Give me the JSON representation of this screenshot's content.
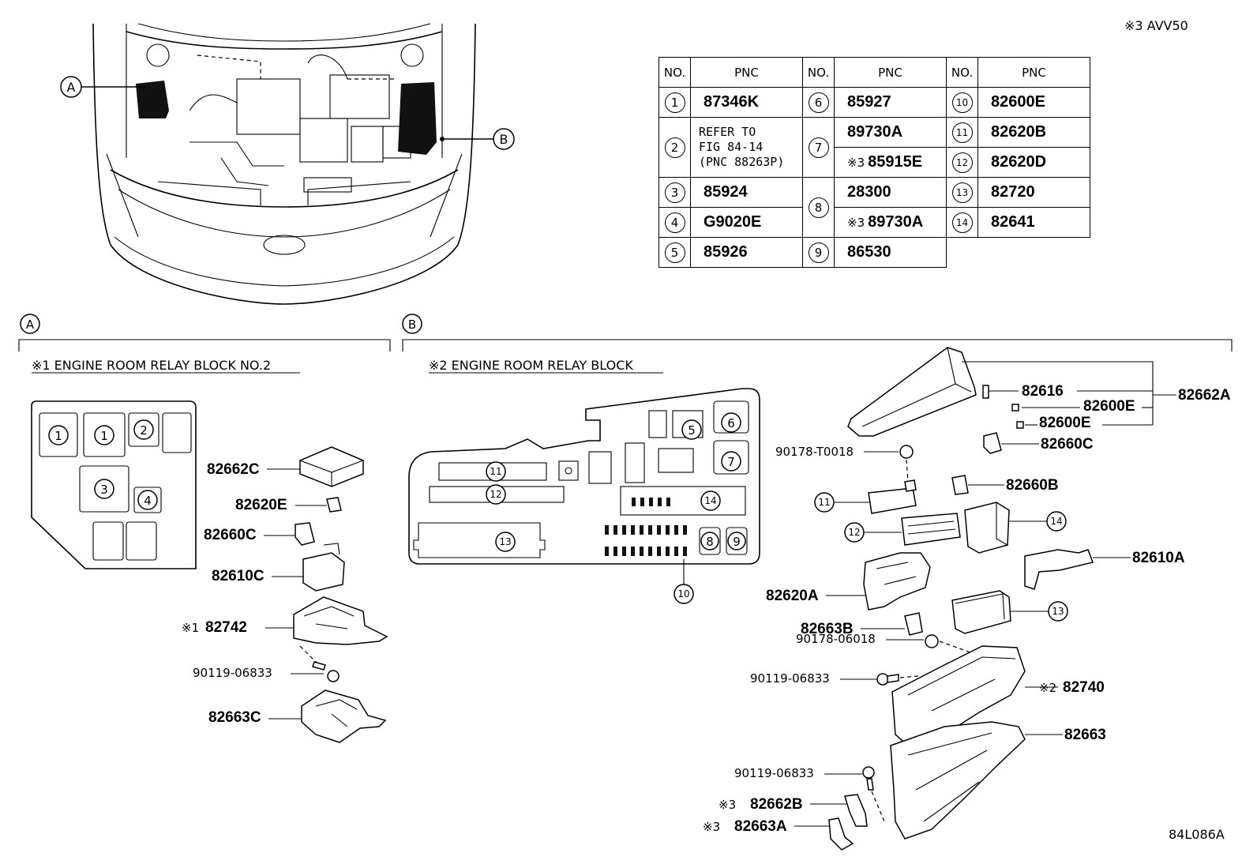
{
  "header_note": "※3 AVV50",
  "diagram_code": "84L086A",
  "callouts": {
    "a": "A",
    "b": "B"
  },
  "table": {
    "headers": [
      "NO.",
      "PNC",
      "NO.",
      "PNC",
      "NO.",
      "PNC"
    ],
    "col1": [
      {
        "no": "1",
        "pnc": "87346K"
      },
      {
        "no": "2",
        "pnc_lines": [
          "REFER TO",
          "FIG 84-14",
          "(PNC 88263P)"
        ]
      },
      {
        "no": "3",
        "pnc": "85924"
      },
      {
        "no": "4",
        "pnc": "G9020E"
      },
      {
        "no": "5",
        "pnc": "85926"
      }
    ],
    "col2": [
      {
        "no": "6",
        "pnc": "85927"
      },
      {
        "no": "7",
        "pnc": "89730A",
        "pnc_b": "85915E",
        "note_b": "※3"
      },
      {
        "no": "8",
        "pnc": "28300",
        "pnc_b": "89730A",
        "note_b": "※3"
      },
      {
        "no": "9",
        "pnc": "86530"
      }
    ],
    "col3": [
      {
        "no": "10",
        "pnc": "82600E"
      },
      {
        "no": "11",
        "pnc": "82620B"
      },
      {
        "no": "12",
        "pnc": "82620D"
      },
      {
        "no": "13",
        "pnc": "82720"
      },
      {
        "no": "14",
        "pnc": "82641"
      }
    ]
  },
  "section_a": {
    "title": "※1 ENGINE ROOM RELAY BLOCK NO.2",
    "layout_slots": [
      "1",
      "1",
      "2",
      "3",
      "4"
    ],
    "parts": [
      "82662C",
      "82620E",
      "82660C",
      "82610C",
      "82742",
      "90119-06833",
      "82663C"
    ],
    "note_82742": "※1"
  },
  "section_b": {
    "title": "※2 ENGINE ROOM RELAY BLOCK",
    "layout_slots": [
      "5",
      "6",
      "7",
      "11",
      "12",
      "13",
      "14",
      "8",
      "9",
      "10"
    ],
    "parts": {
      "p82616": "82616",
      "p82600E_1": "82600E",
      "p82600E_2": "82600E",
      "p82662A": "82662A",
      "p82660C": "82660C",
      "p82660B": "82660B",
      "p82610A": "82610A",
      "p90178T": "90178-T0018",
      "p82620A": "82620A",
      "p82663B": "82663B",
      "p90178_06018": "90178-06018",
      "p90119_1": "90119-06833",
      "p82740": "82740",
      "note_82740": "※2",
      "p82663": "82663",
      "p90119_2": "90119-06833",
      "p82662B": "82662B",
      "note_82662B": "※3",
      "p82663A": "82663A",
      "note_82663A": "※3"
    },
    "callouts_parts": [
      "11",
      "12",
      "14",
      "13"
    ]
  }
}
